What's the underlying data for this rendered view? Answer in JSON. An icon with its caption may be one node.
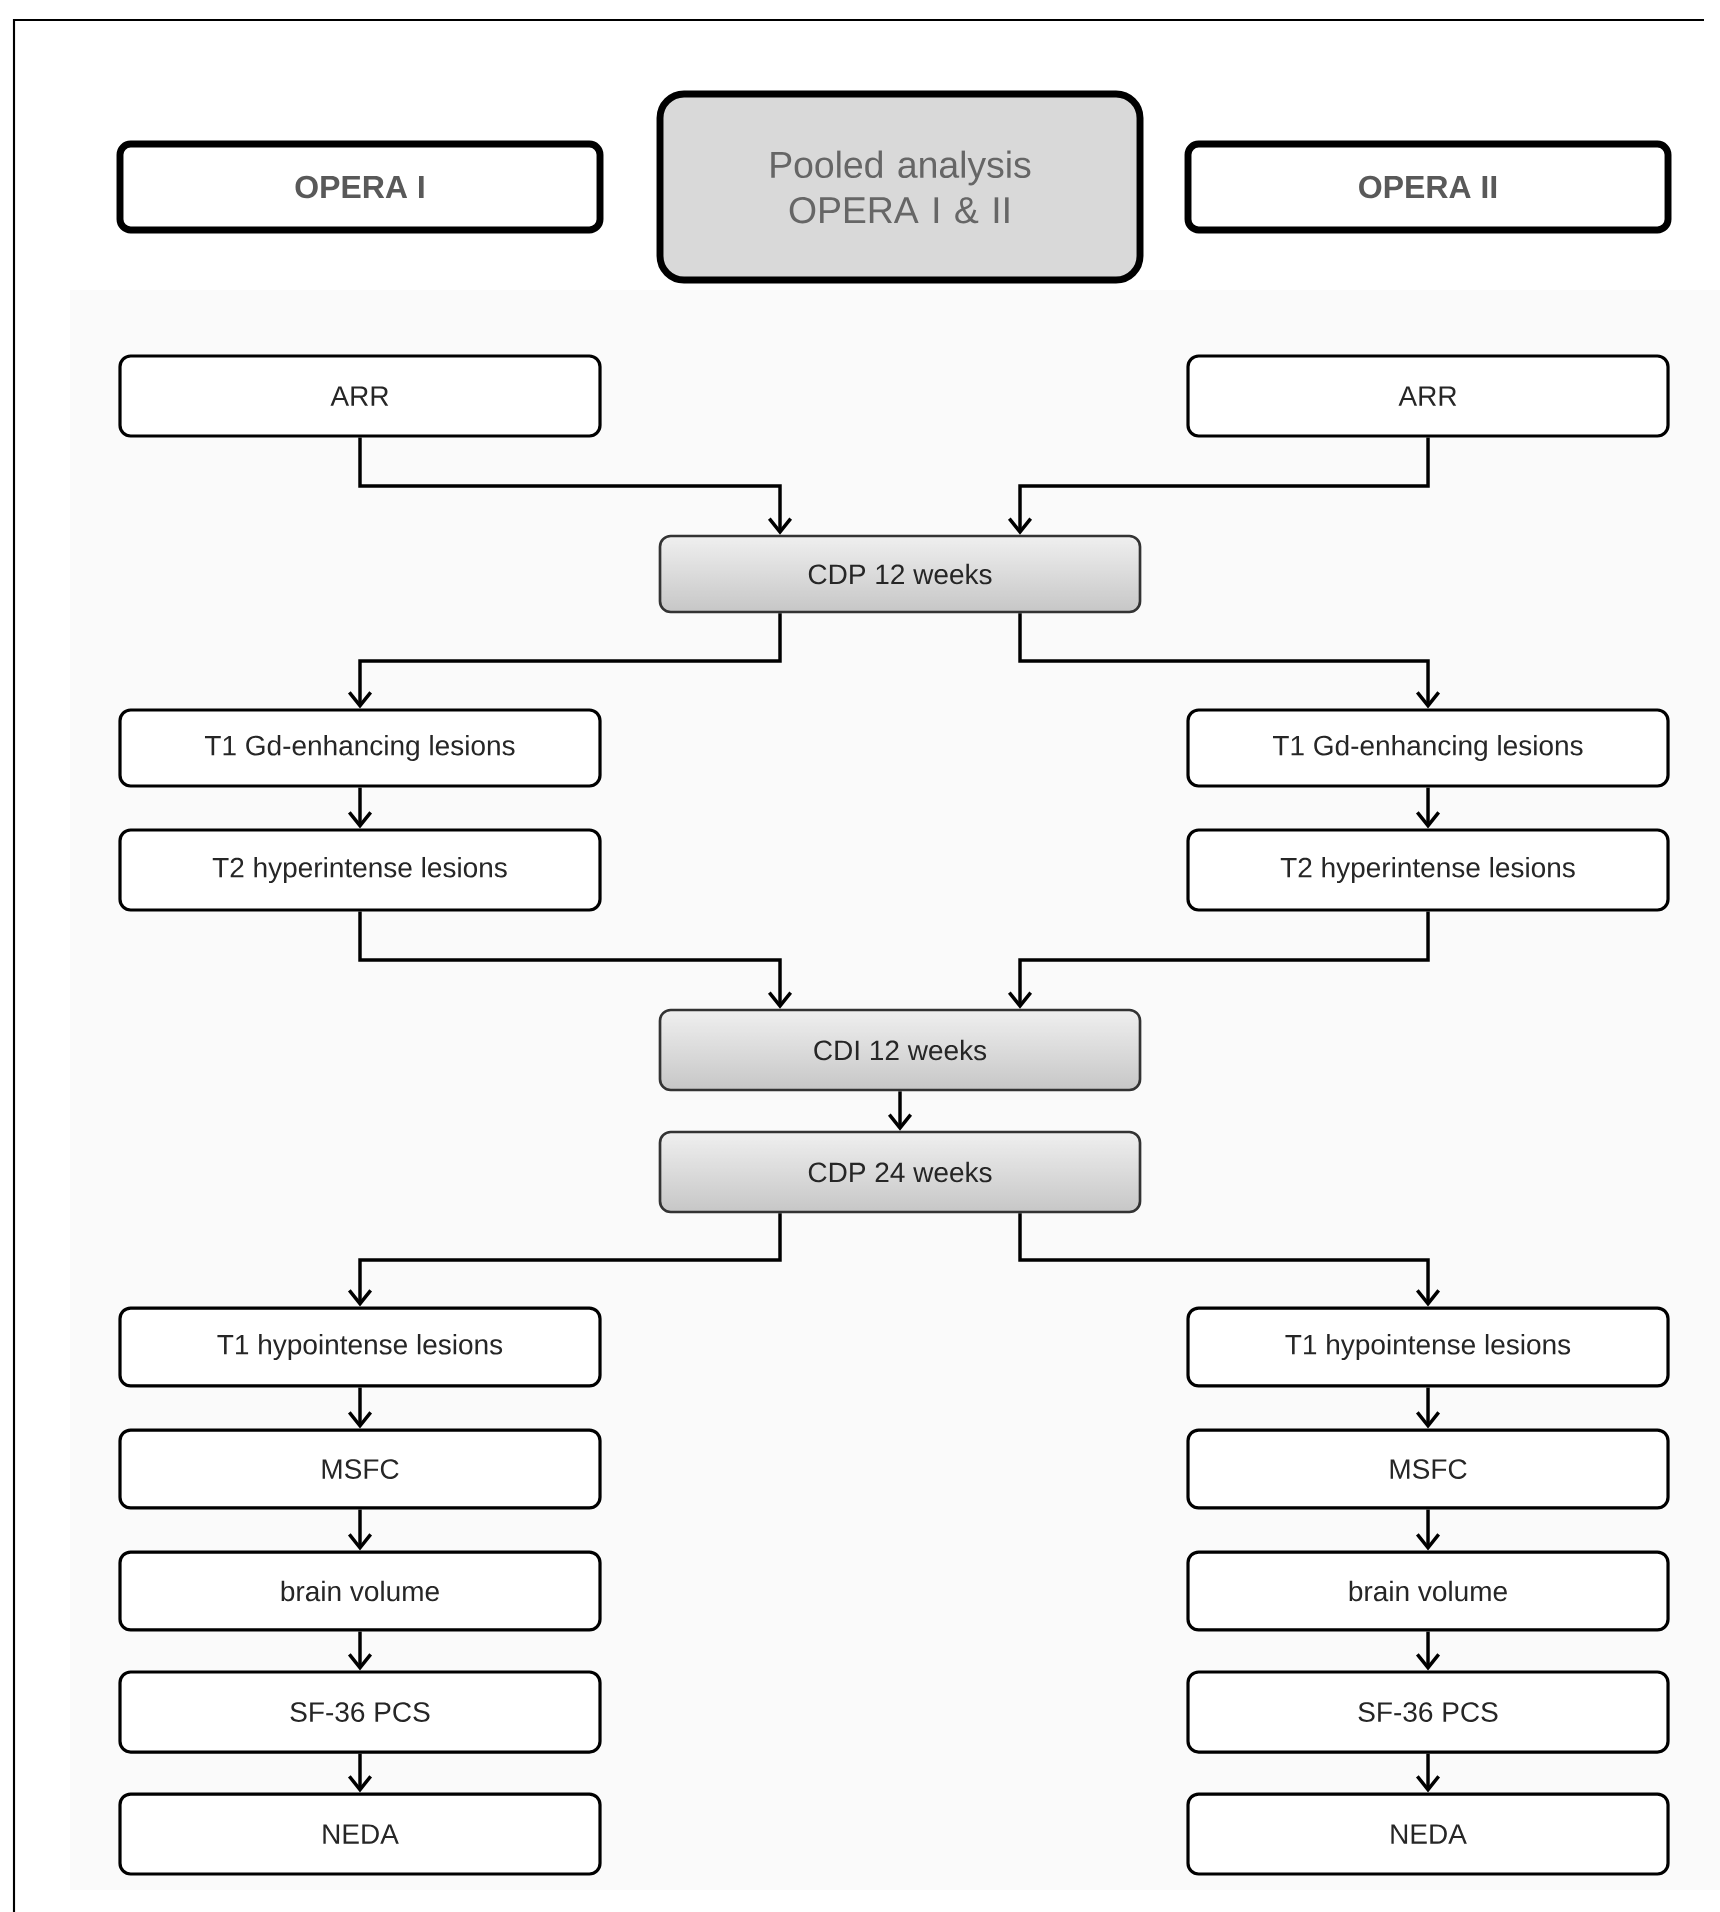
{
  "diagram": {
    "nodes": [
      {
        "text": [
          "OPERA I"
        ]
      },
      {
        "text": [
          "Pooled analysis OPERA I & II"
        ]
      },
      {
        "text": [
          "OPERA II"
        ]
      },
      {
        "text": [
          "ARR"
        ]
      },
      {
        "text": [
          "ARR"
        ]
      },
      {
        "text": [
          "CDP 12 weeks"
        ]
      },
      {
        "text": [
          "T1 Gd-enhancing lesions"
        ]
      },
      {
        "text": [
          "T1 Gd-enhancing lesions"
        ]
      },
      {
        "text": [
          "T2 hyperintense lesions"
        ]
      },
      {
        "text": [
          "T2 hyperintense lesions"
        ]
      },
      {
        "text": [
          "CDI 12 weeks"
        ]
      },
      {
        "text": [
          "CDP 24 weeks"
        ]
      },
      {
        "text": [
          "T1 hypointense lesions"
        ]
      },
      {
        "text": [
          "T1 hypointense lesions"
        ]
      },
      {
        "text": [
          "MSFC"
        ]
      },
      {
        "text": [
          "MSFC"
        ]
      },
      {
        "text": [
          "brain volume"
        ]
      },
      {
        "text": [
          "brain volume"
        ]
      },
      {
        "text": [
          "SF-36 PCS"
        ]
      },
      {
        "text": [
          "SF-36 PCS"
        ]
      },
      {
        "text": [
          "NEDA"
        ]
      },
      {
        "text": [
          "NEDA"
        ]
      }
    ],
    "edges": [
      {
        "from": 3,
        "to": 5,
        "arrow": "to"
      },
      {
        "from": 4,
        "to": 5,
        "arrow": "to"
      },
      {
        "from": 5,
        "to": 6,
        "arrow": "to"
      },
      {
        "from": 5,
        "to": 7,
        "arrow": "to"
      },
      {
        "from": 6,
        "to": 8,
        "arrow": "to"
      },
      {
        "from": 7,
        "to": 9,
        "arrow": "to"
      },
      {
        "from": 8,
        "to": 10,
        "arrow": "to"
      },
      {
        "from": 9,
        "to": 10,
        "arrow": "to"
      },
      {
        "from": 10,
        "to": 11,
        "arrow": "to"
      },
      {
        "from": 11,
        "to": 12,
        "arrow": "to"
      },
      {
        "from": 11,
        "to": 13,
        "arrow": "to"
      },
      {
        "from": 12,
        "to": 14,
        "arrow": "to"
      },
      {
        "from": 13,
        "to": 15,
        "arrow": "to"
      },
      {
        "from": 14,
        "to": 16,
        "arrow": "to"
      },
      {
        "from": 15,
        "to": 17,
        "arrow": "to"
      },
      {
        "from": 16,
        "to": 18,
        "arrow": "to"
      },
      {
        "from": 17,
        "to": 19,
        "arrow": "to"
      },
      {
        "from": 18,
        "to": 20,
        "arrow": "to"
      },
      {
        "from": 19,
        "to": 21,
        "arrow": "to"
      }
    ]
  }
}
